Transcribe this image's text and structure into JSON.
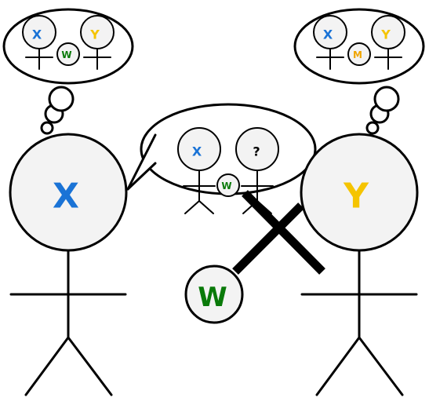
{
  "colors": {
    "x": "#1a73d6",
    "y": "#f5c400",
    "w": "#0a7a0a",
    "m": "#f0a500",
    "unknown": "#000000"
  },
  "people": {
    "left": {
      "label": "X"
    },
    "right": {
      "label": "Y"
    },
    "ghost": {
      "label": "W"
    }
  },
  "thoughts": {
    "left": {
      "a": "X",
      "b": "Y",
      "child": "W"
    },
    "right": {
      "a": "X",
      "b": "Y",
      "child": "M"
    }
  },
  "speech": {
    "a": "X",
    "b": "?",
    "child": "W"
  }
}
